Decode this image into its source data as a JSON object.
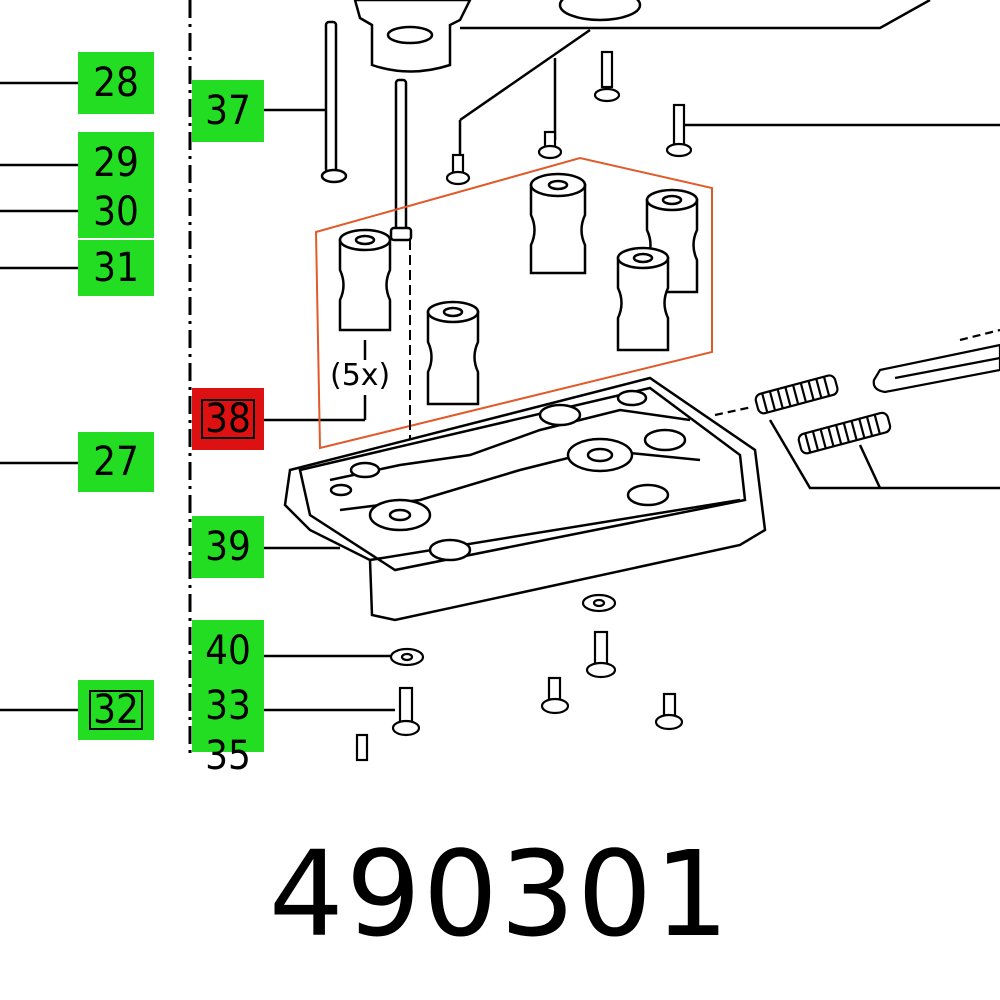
{
  "colors": {
    "tag_green": "#22dd22",
    "tag_red": "#dd1111",
    "highlight_outline": "#e05a2a",
    "line": "#000000"
  },
  "callouts": {
    "c28": "28",
    "c29": "29",
    "c30": "30",
    "c31": "31",
    "c27": "27",
    "c32": "32",
    "c37": "37",
    "c38": "38",
    "c39": "39",
    "c40": "40",
    "c33": "33",
    "c35": "35"
  },
  "quantity_note": "(5x)",
  "part_number": "490301"
}
